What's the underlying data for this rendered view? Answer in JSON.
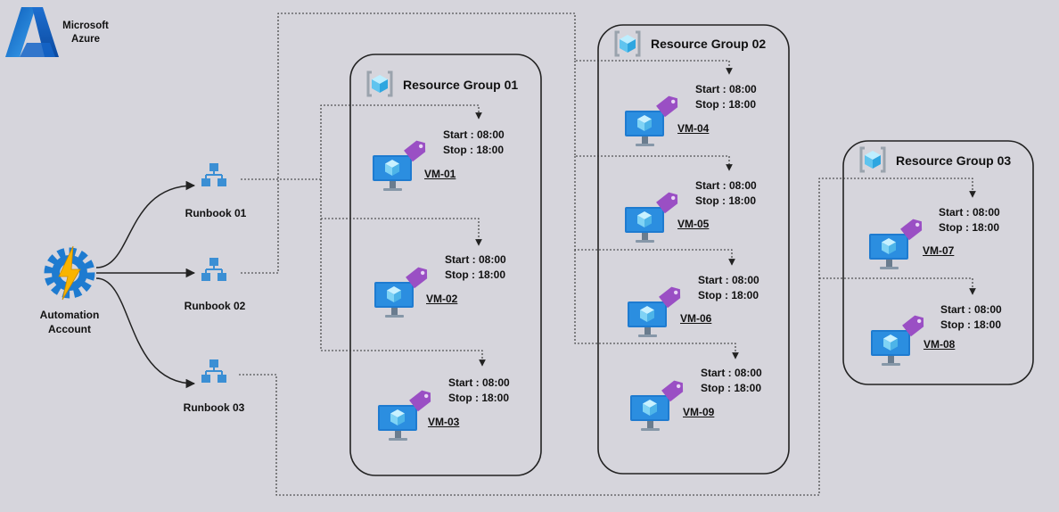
{
  "brand": {
    "line1": "Microsoft",
    "line2": "Azure"
  },
  "automation": {
    "line1": "Automation",
    "line2": "Account"
  },
  "runbooks": [
    {
      "label": "Runbook 01"
    },
    {
      "label": "Runbook 02"
    },
    {
      "label": "Runbook 03"
    }
  ],
  "resource_groups": [
    {
      "title": "Resource Group 01"
    },
    {
      "title": "Resource Group 02"
    },
    {
      "title": "Resource Group 03"
    }
  ],
  "schedule": {
    "start": "Start : 08:00",
    "stop": "Stop : 18:00"
  },
  "vms": [
    {
      "name": "VM-01"
    },
    {
      "name": "VM-02"
    },
    {
      "name": "VM-03"
    },
    {
      "name": "VM-04"
    },
    {
      "name": "VM-05"
    },
    {
      "name": "VM-06"
    },
    {
      "name": "VM-09"
    },
    {
      "name": "VM-07"
    },
    {
      "name": "VM-08"
    }
  ],
  "colors": {
    "background": "#d6d5dc",
    "azure_blue": "#1e7bd0",
    "runbook_blue": "#3b8fd4",
    "vm_tag_purple": "#9a4fc4",
    "connector": "#333333"
  }
}
